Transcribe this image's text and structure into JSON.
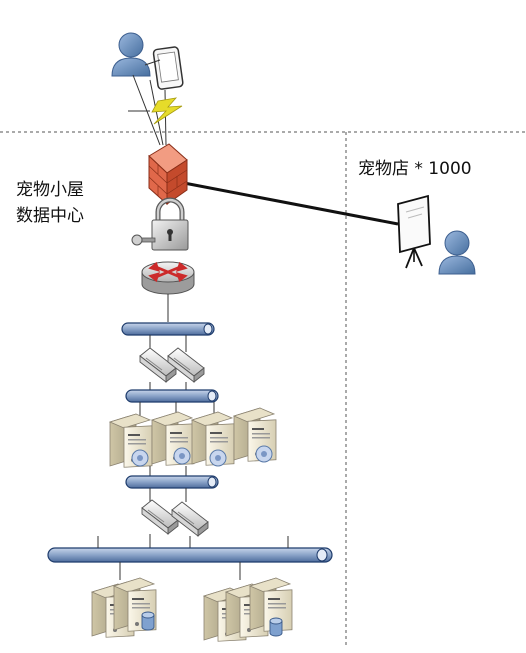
{
  "labels": {
    "datacenter_line1": "宠物小屋",
    "datacenter_line2": "数据中心",
    "petshop": "宠物店 * 1000"
  },
  "icons": {
    "user": "user-icon",
    "tablet": "tablet-icon",
    "wireless": "lightning-bolt-icon",
    "firewall": "firewall-icon",
    "lock": "padlock-icon",
    "router": "router-icon",
    "bus": "network-bus-icon",
    "switch": "switch-icon",
    "server": "server-icon",
    "database": "database-icon",
    "presentation": "presentation-board-icon"
  },
  "colors": {
    "boundary": "#555555",
    "link": "#111111",
    "bus_fill": "#8fa8cc",
    "bus_stroke": "#1f3c6c",
    "user_body": "#6a8fbf",
    "firewall": "#e0684a",
    "router": "#cc2a2a",
    "bolt": "#e6dc2a"
  }
}
